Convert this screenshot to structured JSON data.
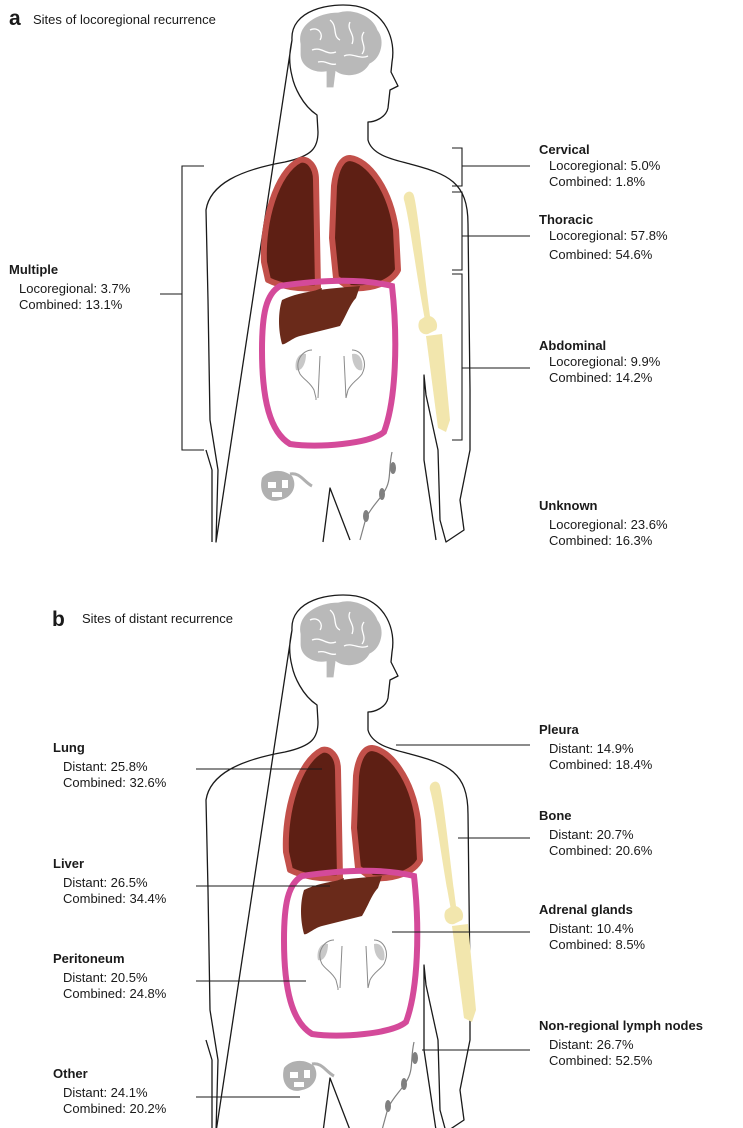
{
  "panel_a": {
    "letter": "a",
    "title": "Sites of locoregional recurrence",
    "sites": [
      {
        "name": "Cervical",
        "line1": "Locoregional: 5.0%",
        "line2": "Combined: 1.8%"
      },
      {
        "name": "Thoracic",
        "line1": "Locoregional: 57.8%",
        "line2": "Combined: 54.6%"
      },
      {
        "name": "Abdominal",
        "line1": "Locoregional: 9.9%",
        "line2": "Combined: 14.2%"
      },
      {
        "name": "Unknown",
        "line1": "Locoregional: 23.6%",
        "line2": "Combined: 16.3%"
      },
      {
        "name": "Multiple",
        "line1": "Locoregional: 3.7%",
        "line2": "Combined: 13.1%"
      }
    ]
  },
  "panel_b": {
    "letter": "b",
    "title": "Sites of distant recurrence",
    "sites": [
      {
        "name": "Lung",
        "line1": "Distant: 25.8%",
        "line2": "Combined: 32.6%"
      },
      {
        "name": "Liver",
        "line1": "Distant: 26.5%",
        "line2": "Combined: 34.4%"
      },
      {
        "name": "Peritoneum",
        "line1": "Distant: 20.5%",
        "line2": "Combined: 24.8%"
      },
      {
        "name": "Other",
        "line1": "Distant: 24.1%",
        "line2": "Combined: 20.2%"
      },
      {
        "name": "Pleura",
        "line1": "Distant: 14.9%",
        "line2": "Combined: 18.4%"
      },
      {
        "name": "Bone",
        "line1": "Distant: 20.7%",
        "line2": "Combined: 20.6%"
      },
      {
        "name": "Adrenal glands",
        "line1": "Distant: 10.4%",
        "line2": "Combined: 8.5%"
      },
      {
        "name": "Non-regional lymph nodes",
        "line1": "Distant: 26.7%",
        "line2": "Combined: 52.5%"
      }
    ]
  },
  "colors": {
    "lung_fill": "#5e1f14",
    "lung_outline": "#c2504a",
    "abdomen_outline": "#d44a9a",
    "bone": "#f2e6ad",
    "brain": "#b9b9b9",
    "kidney": "#c8c8c8",
    "body_outline": "#1a1a1a"
  }
}
